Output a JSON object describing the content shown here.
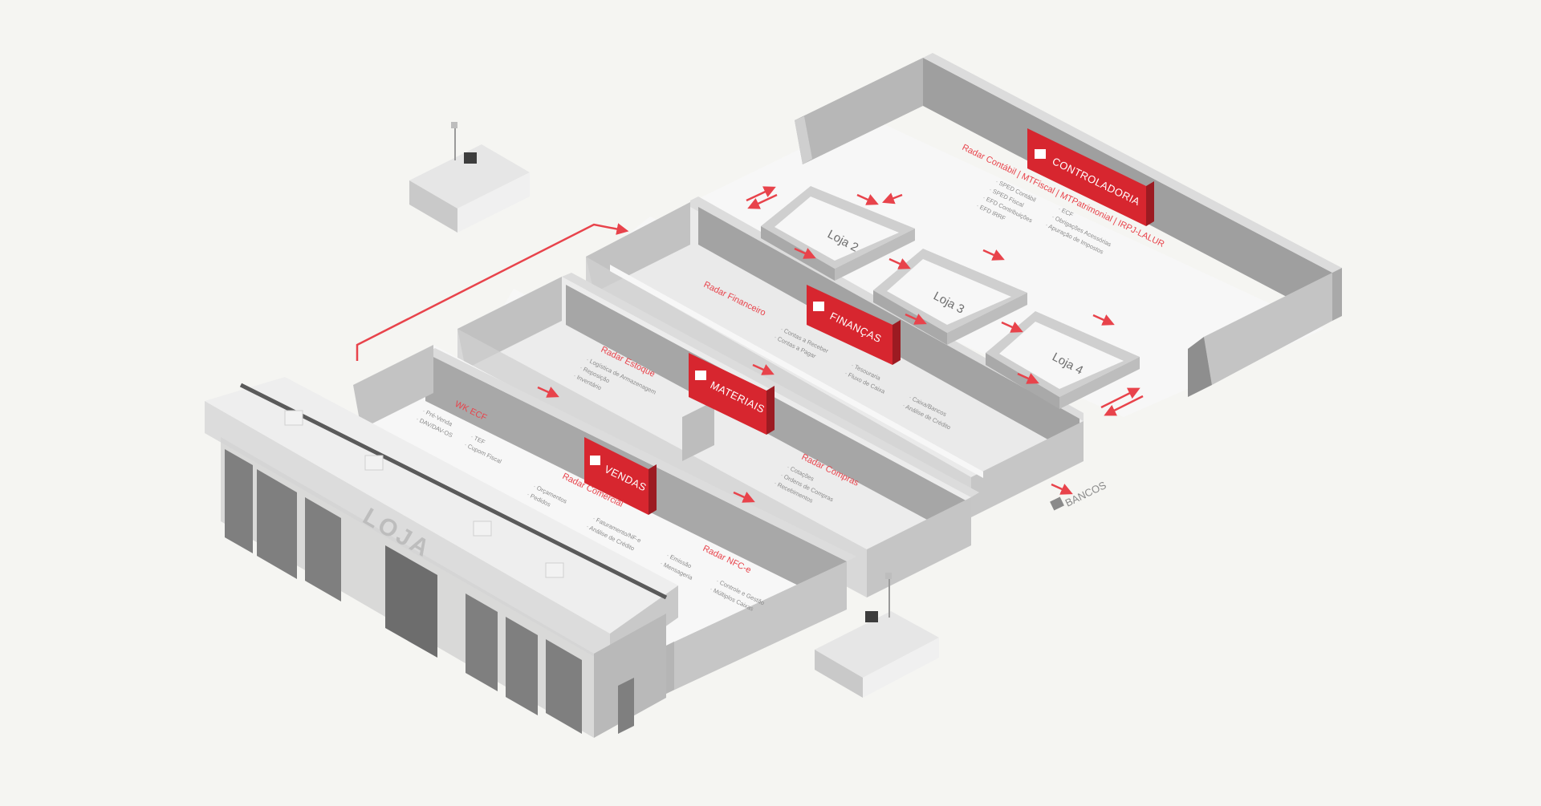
{
  "colors": {
    "accent": "#d7262f",
    "arrow": "#e8434b",
    "wall_top": "#dcdcdc",
    "wall_side": "#9f9f9f",
    "floor": "#f7f7f7",
    "background": "#f5f5f2"
  },
  "building": {
    "label": "LOJA"
  },
  "departments": {
    "vendas": {
      "sign": "VENDAS",
      "icon": "cash-register-icon",
      "groups": [
        {
          "title": "WK ECF",
          "items": [
            "· Pré-Venda",
            "· DAV/DAV-OS",
            "· TEF",
            "· Cupom Fiscal"
          ]
        },
        {
          "title": "Radar Comercial",
          "items": [
            "· Orçamentos",
            "· Pedidos",
            "· Faturamento/NF-e",
            "· Análise de Crédito"
          ]
        },
        {
          "title": "Radar NFC-e",
          "items": [
            "· Emissão",
            "· Mensageria",
            "· Controle e Gestão",
            "· Múltiplos Caixas"
          ]
        }
      ]
    },
    "materiais": {
      "sign": "MATERIAIS",
      "icon": "cart-icon",
      "groups": [
        {
          "title": "Radar Estoque",
          "items": [
            "· Logística de Armazenagem",
            "· Reposição",
            "· Inventário"
          ]
        },
        {
          "title": "Radar Compras",
          "items": [
            "· Cotações",
            "· Ordens de Compras",
            "· Recebimentos"
          ]
        }
      ]
    },
    "financas": {
      "sign": "FINANÇAS",
      "icon": "chart-icon",
      "groups": [
        {
          "title": "Radar Financeiro",
          "items": [
            "· Contas a Receber",
            "· Contas a Pagar",
            "· Tesouraria",
            "· Fluxo de Caixa",
            "· Caixa/Bancos",
            "· Análise de Crédito"
          ]
        }
      ]
    },
    "controladoria": {
      "sign": "CONTROLADORIA",
      "icon": "calculator-icon",
      "groups": [
        {
          "title": "Radar Contábil | MTFiscal | MTPatrimonial | IRPJ-LALUR",
          "items": [
            "· SPED Contábil",
            "· SPED Fiscal",
            "· EFD Contribuições",
            "· EFD IRRF",
            "· ECF",
            "· Obrigações Acessórias",
            "· Apuração de Impostos"
          ]
        }
      ]
    }
  },
  "branches": [
    "Loja 2",
    "Loja 3",
    "Loja 4"
  ],
  "banks": {
    "label": "BANCOS",
    "icon": "bank-icon"
  }
}
